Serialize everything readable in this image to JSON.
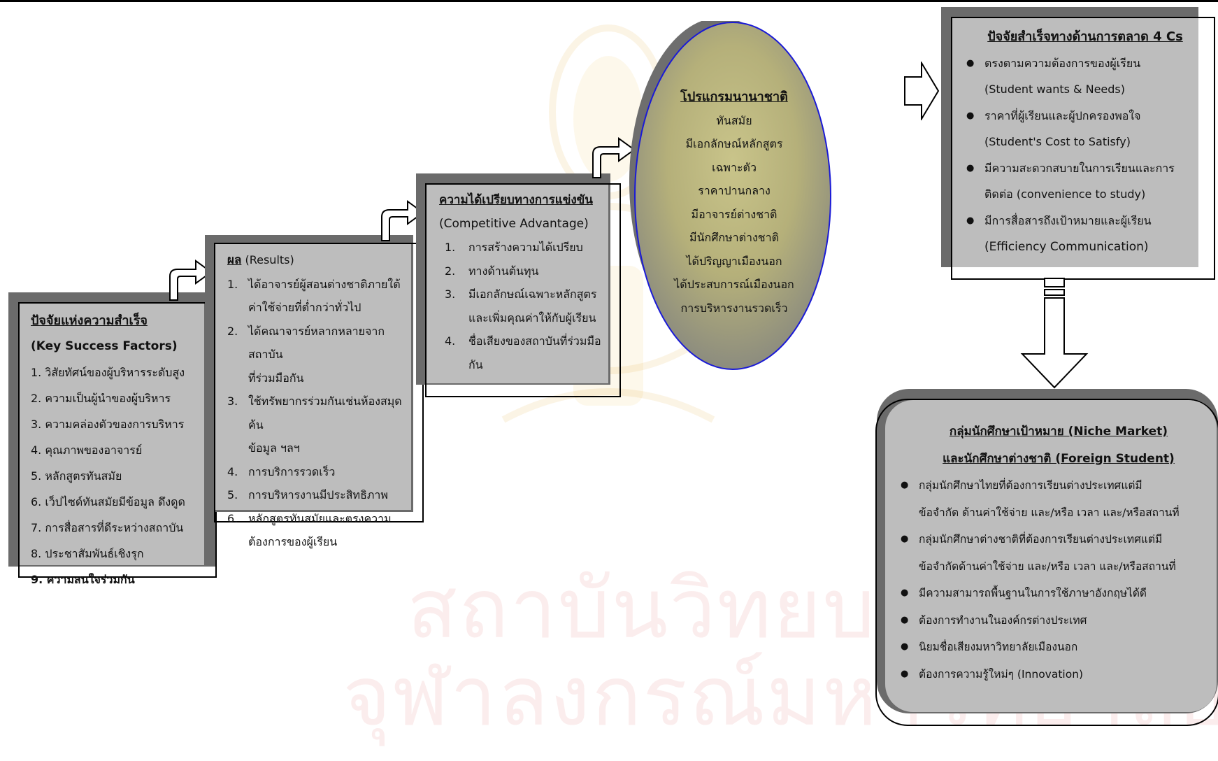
{
  "watermark": {
    "line1": "สถาบันวิทยบริการ",
    "line2": "จุฬาลงกรณ์มหาวิทยาลัย"
  },
  "ksf": {
    "title": "ปัจจัยแห่งความสำเร็จ",
    "subtitle": "(Key Success Factors)",
    "items": [
      "1. วิสัยทัศน์ของผู้บริหารระดับสูง",
      "2. ความเป็นผู้นำของผู้บริหาร",
      "3. ความคล่องตัวของการบริหาร",
      "4. คุณภาพของอาจารย์",
      "5. หลักสูตรทันสมัย",
      "6. เว็ปไซด์ทันสมัยมีข้อมูล ดึงดูด",
      "7. การสื่อสารที่ดีระหว่างสถาบัน",
      "8. ประชาสัมพันธ์เชิงรุก",
      "9. ความสนใจร่วมกัน"
    ]
  },
  "results": {
    "title": "ผล",
    "title_en": " (Results)",
    "items": [
      {
        "n": "1.",
        "lines": [
          "ได้อาจารย์ผู้สอนต่างชาติภายใต้",
          "ค่าใช้จ่ายที่ต่ำกว่าทั่วไป"
        ]
      },
      {
        "n": "2.",
        "lines": [
          "ได้คณาจารย์หลากหลายจากสถาบัน",
          "ที่ร่วมมือกัน"
        ]
      },
      {
        "n": "3.",
        "lines": [
          "ใช้ทรัพยากรร่วมกันเช่นห้องสมุด ค้น",
          "ข้อมูล ฯลฯ"
        ]
      },
      {
        "n": "4.",
        "lines": [
          "การบริการรวดเร็ว"
        ]
      },
      {
        "n": "5.",
        "lines": [
          "การบริหารงานมีประสิทธิภาพ"
        ]
      },
      {
        "n": "6.",
        "lines": [
          "หลักสูตรทันสมัยและตรงความ",
          "ต้องการของผู้เรียน"
        ]
      }
    ]
  },
  "advantage": {
    "title": "ความได้เปรียบทางการแข่งขัน",
    "subtitle": "(Competitive Advantage)",
    "items": [
      {
        "n": "1.",
        "lines": [
          "การสร้างความได้เปรียบ"
        ]
      },
      {
        "n": "2.",
        "lines": [
          "ทางด้านต้นทุน"
        ]
      },
      {
        "n": "3.",
        "lines": [
          "มีเอกลักษณ์เฉพาะหลักสูตร",
          "และเพิ่มคุณค่าให้กับผู้เรียน"
        ]
      },
      {
        "n": "4.",
        "lines": [
          "ชื่อเสียงของสถาบันที่ร่วมมือ",
          "กัน"
        ]
      }
    ]
  },
  "program": {
    "title": "โปรแกรมนานาชาติ",
    "lines": [
      "ทันสมัย",
      "มีเอกลักษณ์หลักสูตร",
      "เฉพาะตัว",
      "ราคาปานกลาง",
      "มีอาจารย์ต่างชาติ",
      "มีนักศึกษาต่างชาติ",
      "ได้ปริญญาเมืองนอก",
      "ได้ประสบการณ์เมืองนอก",
      "การบริหารงานรวดเร็ว"
    ]
  },
  "fourcs": {
    "title": "ปัจจัยสำเร็จทางด้านการตลาด 4 Cs",
    "items": [
      {
        "th": "ตรงตามความต้องการของผู้เรียน",
        "en": "(Student wants & Needs)"
      },
      {
        "th": "ราคาที่ผู้เรียนและผู้ปกครองพอใจ",
        "en": "(Student's Cost to Satisfy)"
      },
      {
        "th": "มีความสะดวกสบายในการเรียนและการ",
        "en": "ติดต่อ (convenience to study)"
      },
      {
        "th": "มีการสื่อสารถึงเป้าหมายและผู้เรียน",
        "en": "(Efficiency Communication)"
      }
    ]
  },
  "niche": {
    "title1": "กลุ่มนักศึกษาเป้าหมาย (Niche Market)",
    "title2": "และนักศึกษาต่างชาติ (Foreign Student)",
    "items": [
      [
        "กลุ่มนักศึกษาไทยที่ต้องการเรียนต่างประเทศแต่มี",
        "ข้อจำกัด ด้านค่าใช้จ่าย และ/หรือ เวลา และ/หรือสถานที่"
      ],
      [
        "กลุ่มนักศึกษาต่างชาติที่ต้องการเรียนต่างประเทศแต่มี",
        "ข้อจำกัดด้านค่าใช้จ่าย และ/หรือ เวลา และ/หรือสถานที่"
      ],
      [
        "มีความสามารถพื้นฐานในการใช้ภาษาอังกฤษได้ดี"
      ],
      [
        "ต้องการทำงานในองค์กรต่างประเทศ"
      ],
      [
        "นิยมชื่อเสียงมหาวิทยาลัยเมืองนอก"
      ],
      [
        "ต้องการความรู้ใหม่ๆ (Innovation)"
      ]
    ]
  }
}
